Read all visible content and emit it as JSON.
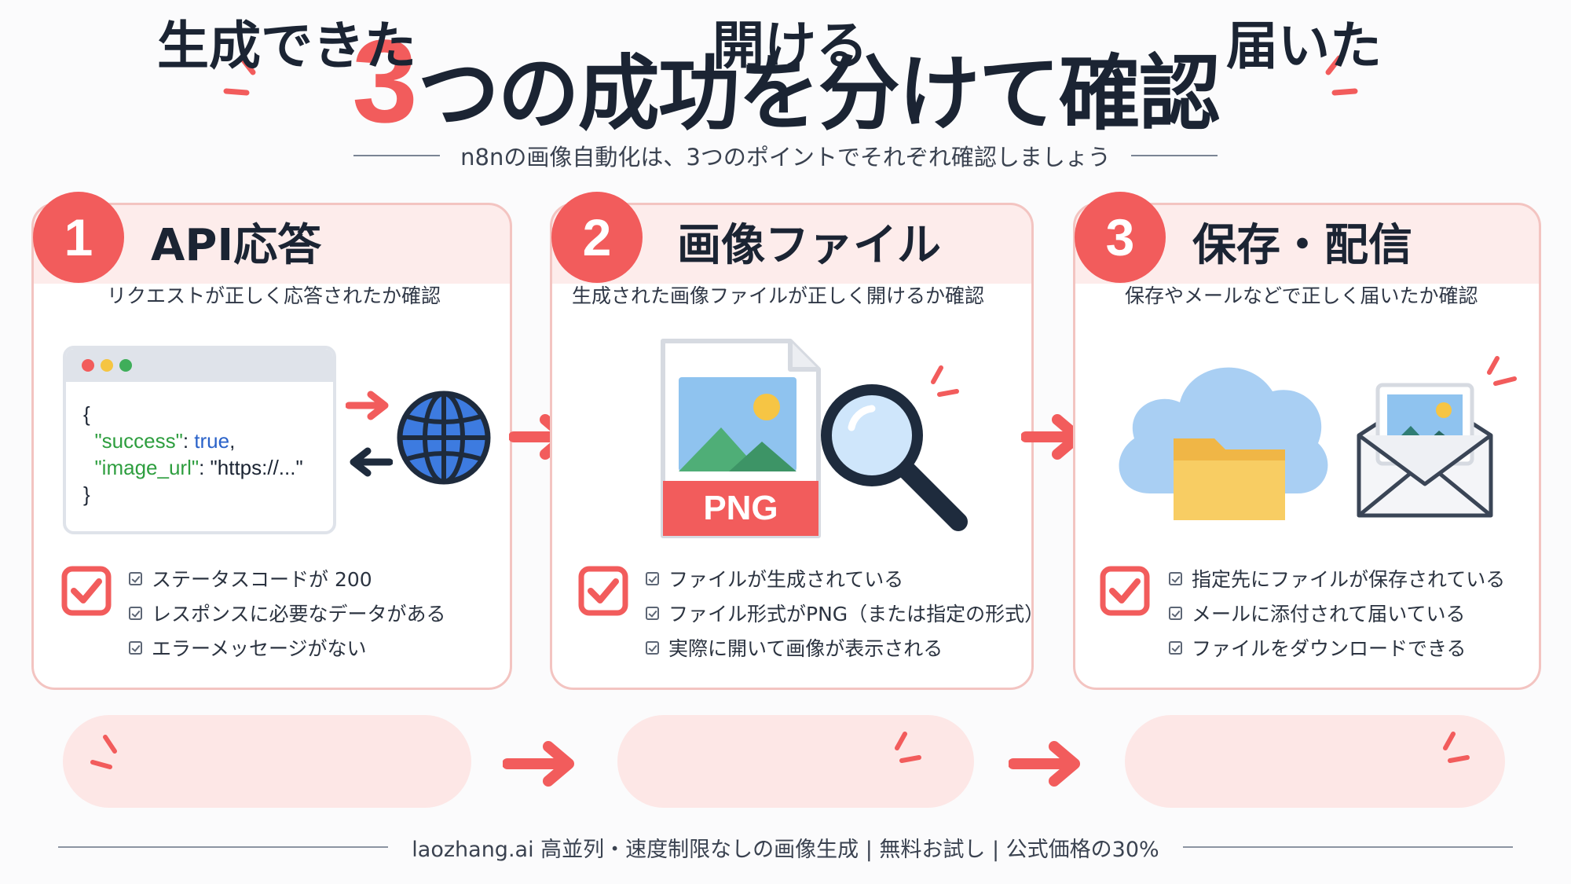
{
  "title": {
    "number": "3",
    "text": "つの成功を分けて確認"
  },
  "subtitle": "n8nの画像自動化は、3つのポイントでそれぞれ確認しましょう",
  "colors": {
    "accent": "#f25c5c",
    "card_border": "#f3c4c1",
    "card_header_bg": "#fdeceb",
    "pill_bg": "#fde7e6",
    "text_dark": "#1b2433"
  },
  "cards": [
    {
      "number": "1",
      "title": "API応答",
      "description": "リクエストが正しく応答されたか確認",
      "illustration": {
        "code_lines": [
          "{",
          "\"success\"",
          ": ",
          "true",
          ",",
          "\"image_url\"",
          ": \"https://...\"",
          "}"
        ],
        "icons": [
          "browser-window-icon",
          "globe-icon",
          "request-arrow-icon",
          "response-arrow-icon"
        ]
      },
      "checks": [
        "ステータスコードが 200",
        "レスポンスに必要なデータがある",
        "エラーメッセージがない"
      ]
    },
    {
      "number": "2",
      "title": "画像ファイル",
      "description": "生成された画像ファイルが正しく開けるか確認",
      "illustration": {
        "file_label": "PNG",
        "icons": [
          "png-file-icon",
          "magnifier-icon"
        ]
      },
      "checks": [
        "ファイルが生成されている",
        "ファイル形式がPNG（または指定の形式）",
        "実際に開いて画像が表示される"
      ]
    },
    {
      "number": "3",
      "title": "保存・配信",
      "description": "保存やメールなどで正しく届いたか確認",
      "illustration": {
        "icons": [
          "cloud-folder-icon",
          "envelope-image-icon"
        ]
      },
      "checks": [
        "指定先にファイルが保存されている",
        "メールに添付されて届いている",
        "ファイルをダウンロードできる"
      ]
    }
  ],
  "results": [
    "生成できた",
    "開ける",
    "届いた"
  ],
  "footer": "laozhang.ai 高並列・速度制限なしの画像生成 | 無料お試し | 公式価格の30%"
}
